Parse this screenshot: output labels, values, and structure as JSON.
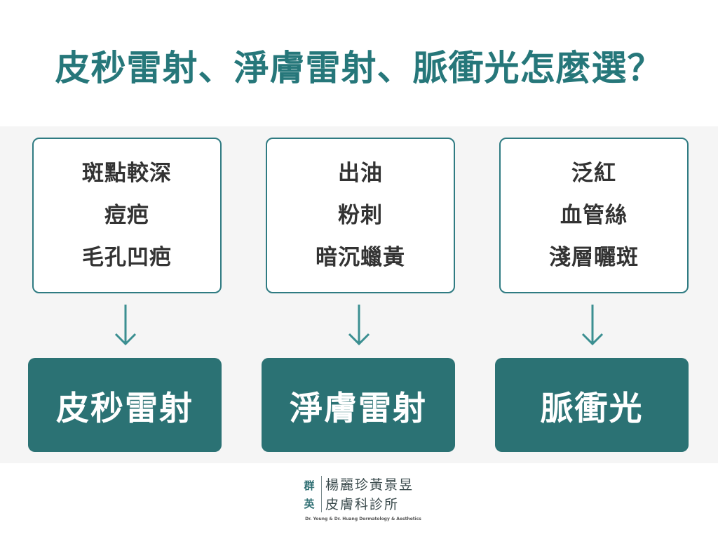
{
  "title": "皮秒雷射、淨膚雷射、脈衝光怎麼選？",
  "columns": [
    {
      "symptoms": [
        "斑點較深",
        "痘疤",
        "毛孔凹疤"
      ],
      "result": "皮秒雷射"
    },
    {
      "symptoms": [
        "出油",
        "粉刺",
        "暗沉蠟黃"
      ],
      "result": "淨膚雷射"
    },
    {
      "symptoms": [
        "泛紅",
        "血管絲",
        "淺層曬斑"
      ],
      "result": "脈衝光"
    }
  ],
  "logo": {
    "mark_top": "群",
    "mark_bottom": "英",
    "line1": "楊麗珍黃景昱",
    "line2": "皮膚科診所",
    "english": "Dr. Young & Dr. Huang Dermatology & Aesthetics"
  },
  "colors": {
    "title": "#26777a",
    "box_border": "#2f7b82",
    "result_bg": "#2b7274",
    "arrow": "#3b8f91"
  },
  "icons": {
    "arrow": "arrow-down-icon"
  }
}
